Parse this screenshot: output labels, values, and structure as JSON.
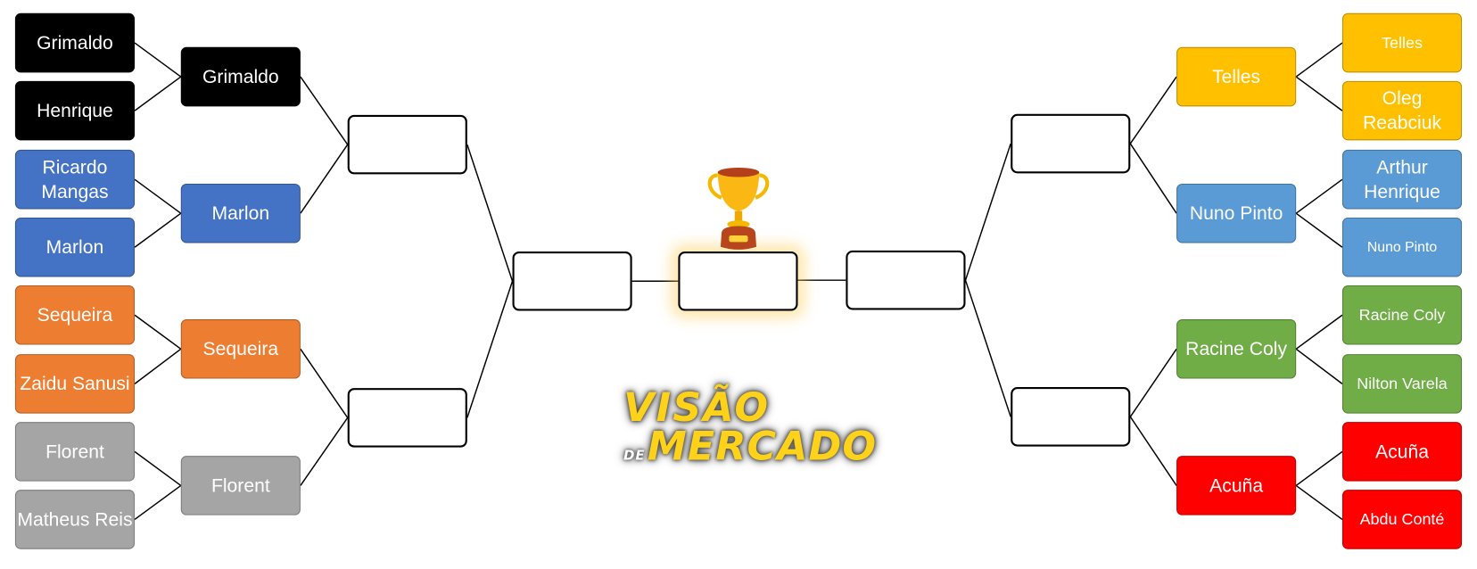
{
  "left": {
    "round1": [
      {
        "name": "Grimaldo",
        "color": "#000000"
      },
      {
        "name": "Henrique",
        "color": "#000000"
      },
      {
        "name": "Ricardo Mangas",
        "color": "#4472C4"
      },
      {
        "name": "Marlon",
        "color": "#4472C4"
      },
      {
        "name": "Sequeira",
        "color": "#ED7D31"
      },
      {
        "name": "Zaidu Sanusi",
        "color": "#ED7D31"
      },
      {
        "name": "Florent",
        "color": "#A5A5A5"
      },
      {
        "name": "Matheus Reis",
        "color": "#A5A5A5"
      }
    ],
    "round2": [
      {
        "name": "Grimaldo",
        "color": "#000000"
      },
      {
        "name": "Marlon",
        "color": "#4472C4"
      },
      {
        "name": "Sequeira",
        "color": "#ED7D31"
      },
      {
        "name": "Florent",
        "color": "#A5A5A5"
      }
    ]
  },
  "right": {
    "round1": [
      {
        "name": "Telles",
        "color": "#FFC000"
      },
      {
        "name": "Oleg Reabciuk",
        "color": "#FFC000"
      },
      {
        "name": "Arthur Henrique",
        "color": "#5B9BD5"
      },
      {
        "name": "Nuno Pinto",
        "color": "#5B9BD5"
      },
      {
        "name": "Racine Coly",
        "color": "#70AD47"
      },
      {
        "name": "Nilton Varela",
        "color": "#70AD47"
      },
      {
        "name": "Acuña",
        "color": "#FF0000"
      },
      {
        "name": "Abdu Conté",
        "color": "#FF0000"
      }
    ],
    "round2": [
      {
        "name": "Telles",
        "color": "#FFC000"
      },
      {
        "name": "Nuno Pinto",
        "color": "#5B9BD5"
      },
      {
        "name": "Racine Coly",
        "color": "#70AD47"
      },
      {
        "name": "Acuña",
        "color": "#FF0000"
      }
    ]
  },
  "logo": {
    "line1": "VISÃO",
    "de": "DE",
    "line2": "MERCADO"
  }
}
